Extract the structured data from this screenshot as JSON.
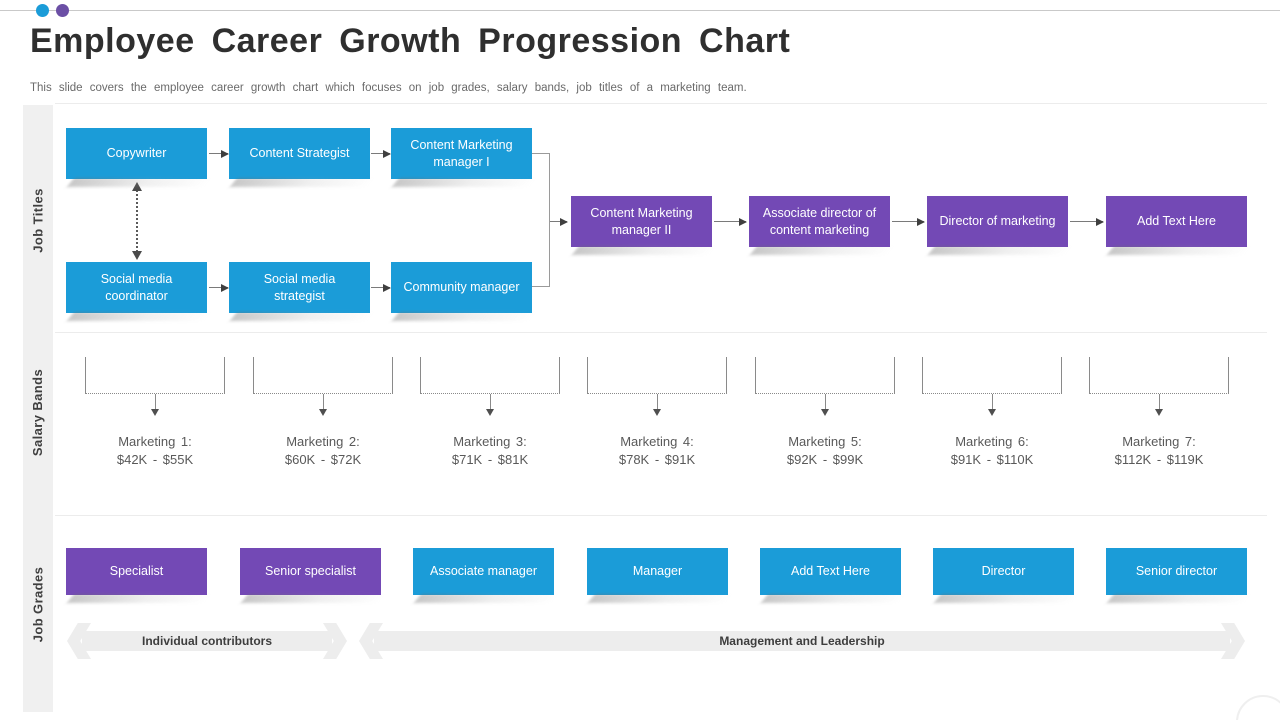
{
  "slide": {
    "title": "Employee Career Growth Progression Chart",
    "subtitle": "This slide covers the employee career growth chart which focuses on job grades, salary bands, job titles of a marketing team.",
    "accent_colors": {
      "blue": "#1B9CD8",
      "purple": "#7349B5"
    }
  },
  "sections": [
    {
      "label": "Job Titles"
    },
    {
      "label": "Salary Bands"
    },
    {
      "label": "Job Grades"
    }
  ],
  "job_titles": {
    "track1": [
      "Copywriter",
      "Content Strategist",
      "Content Marketing manager I"
    ],
    "track2": [
      "Social media coordinator",
      "Social media strategist",
      "Community manager"
    ],
    "merged_path": [
      "Content Marketing manager II",
      "Associate director of content marketing",
      "Director of marketing",
      "Add Text Here"
    ]
  },
  "salary_bands": [
    {
      "name": "Marketing 1:",
      "range": "$42K - $55K"
    },
    {
      "name": "Marketing 2:",
      "range": "$60K - $72K"
    },
    {
      "name": "Marketing 3:",
      "range": "$71K - $81K"
    },
    {
      "name": "Marketing 4:",
      "range": "$78K - $91K"
    },
    {
      "name": "Marketing 5:",
      "range": "$92K - $99K"
    },
    {
      "name": "Marketing 6:",
      "range": "$91K - $110K"
    },
    {
      "name": "Marketing 7:",
      "range": "$112K - $119K"
    }
  ],
  "job_grades": [
    {
      "label": "Specialist",
      "color": "purple"
    },
    {
      "label": "Senior specialist",
      "color": "purple"
    },
    {
      "label": "Associate manager",
      "color": "blue"
    },
    {
      "label": "Manager",
      "color": "blue"
    },
    {
      "label": "Add Text Here",
      "color": "blue"
    },
    {
      "label": "Director",
      "color": "blue"
    },
    {
      "label": "Senior director",
      "color": "blue"
    }
  ],
  "career_tracks": {
    "individual": "Individual contributors",
    "management": "Management and Leadership"
  }
}
